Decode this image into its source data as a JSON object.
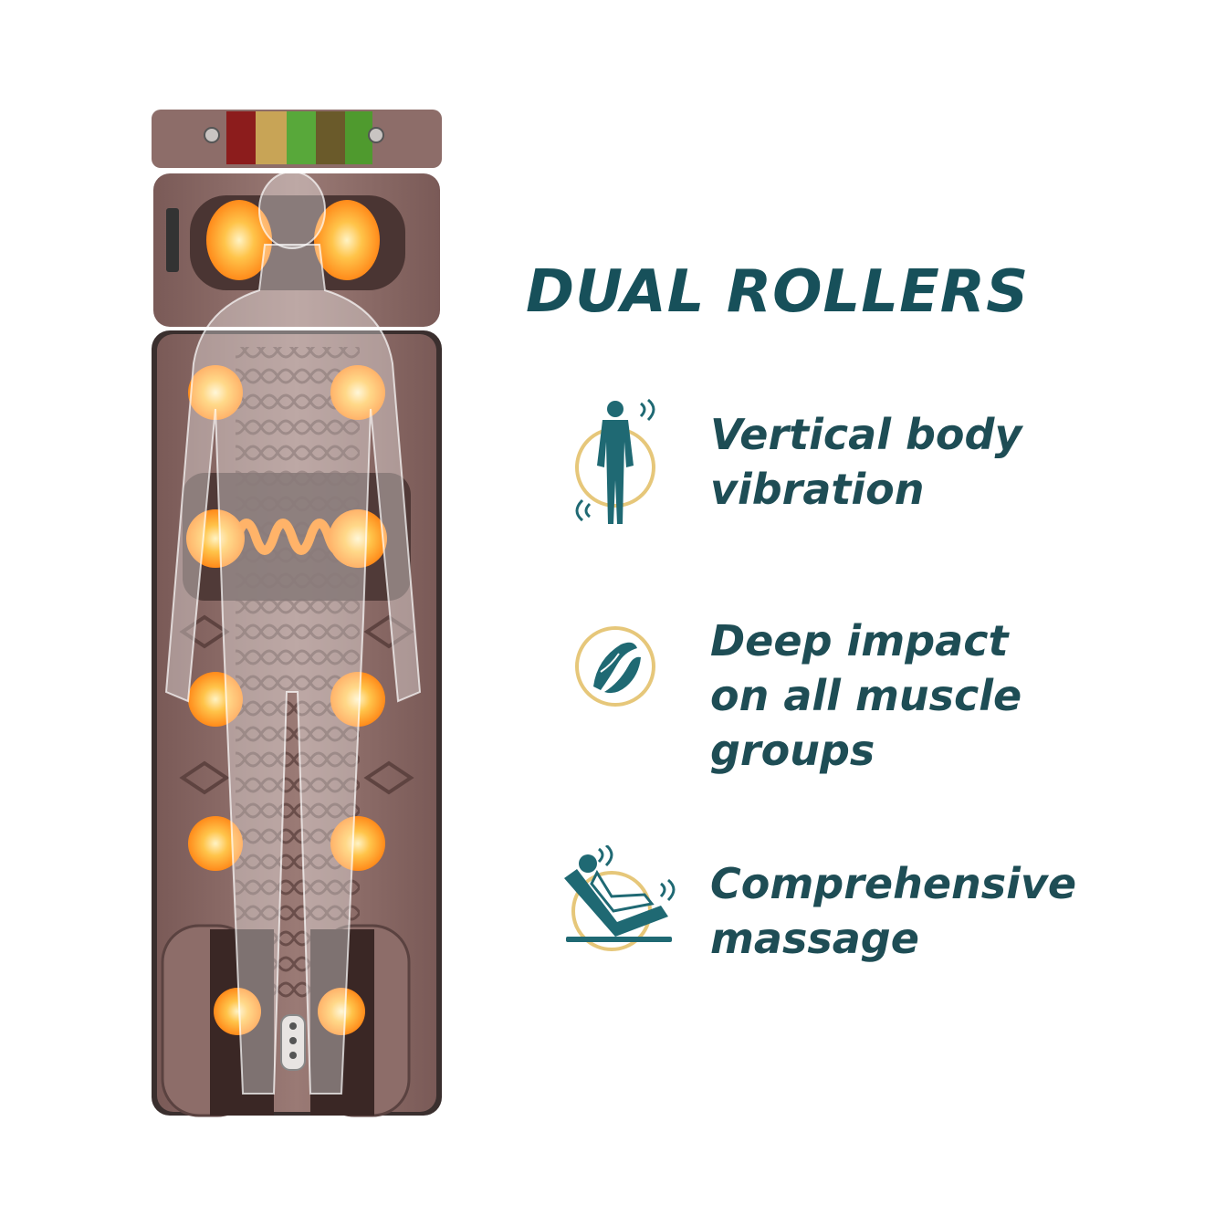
{
  "headline": "DUAL ROLLERS",
  "features": [
    {
      "icon": "vibrating-body-icon",
      "lines": [
        "Vertical body",
        "vibration"
      ]
    },
    {
      "icon": "muscle-icon",
      "lines": [
        "Deep impact",
        "on all muscle",
        "groups"
      ]
    },
    {
      "icon": "reclining-massage-icon",
      "lines": [
        "Comprehensive",
        "massage"
      ]
    }
  ],
  "colors": {
    "headline": "#17505a",
    "text": "#1e4d55",
    "icon_teal": "#1f6973",
    "icon_gold_ring": "#e6c77a",
    "mat_brown": "#8a6864",
    "heat_orange": "#ff9a1f"
  }
}
